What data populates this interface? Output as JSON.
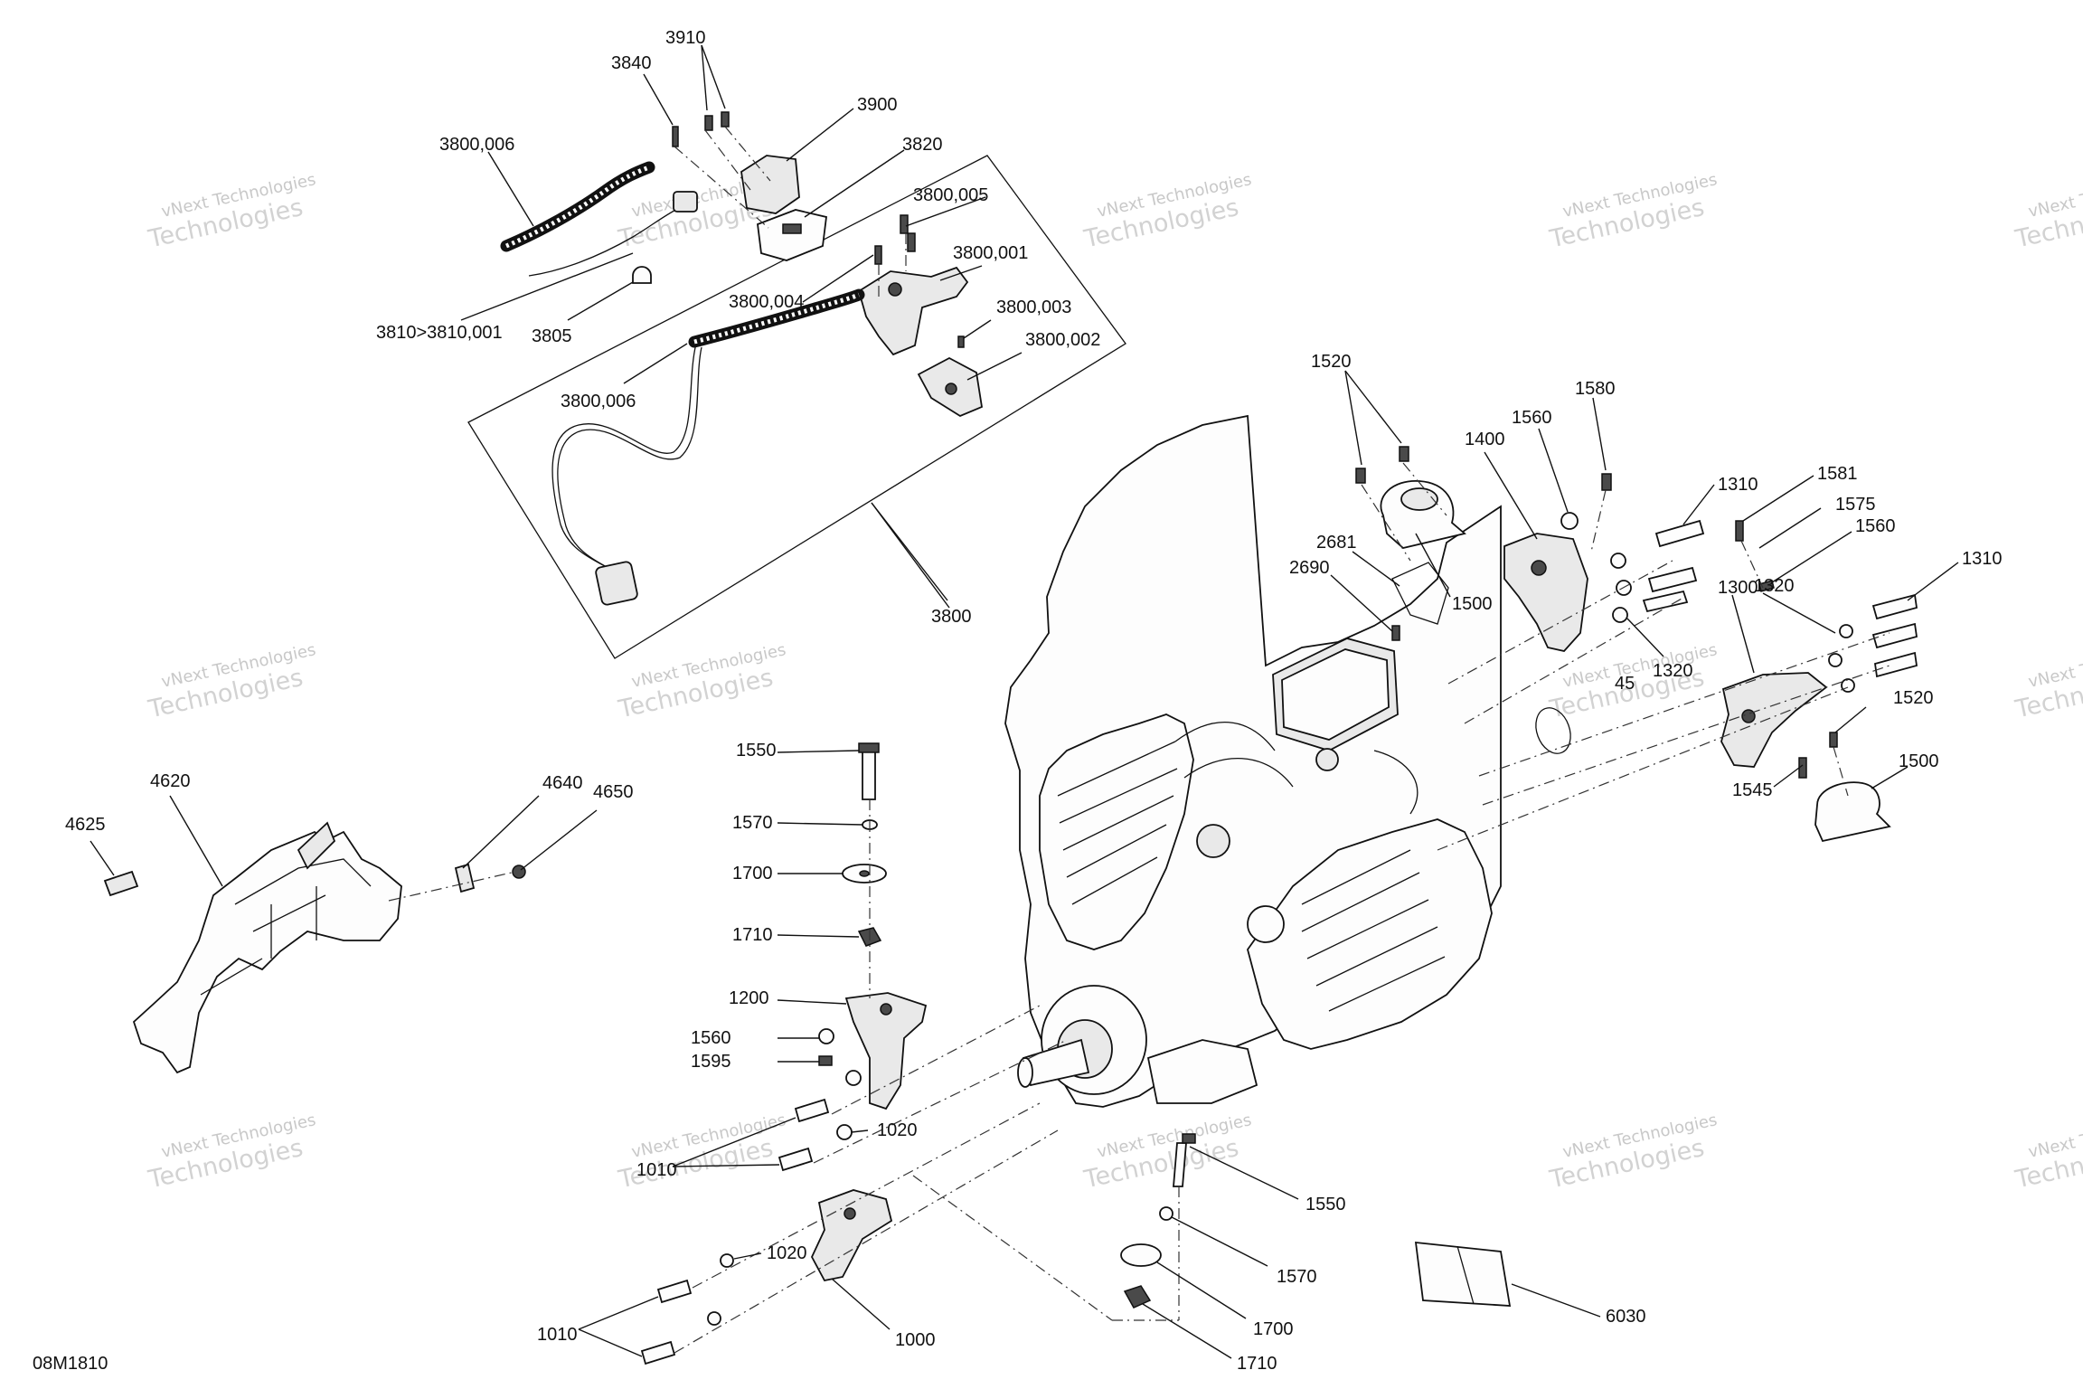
{
  "diagram": {
    "figure_code": "08M1810",
    "watermark_line1": "vNext Technologies",
    "watermark_line2": "Technologies",
    "callouts": {
      "c3910": "3910",
      "c3840": "3840",
      "c3900": "3900",
      "c3820": "3820",
      "c3800_006a": "3800,006",
      "c3800_005": "3800,005",
      "c3800_001": "3800,001",
      "c3800_004": "3800,004",
      "c3810": "3810>3810,001",
      "c3805": "3805",
      "c3800_003": "3800,003",
      "c3800_002": "3800,002",
      "c3800_006b": "3800,006",
      "c3800": "3800",
      "c1520a": "1520",
      "c1580": "1580",
      "c1560a": "1560",
      "c1400": "1400",
      "c1310a": "1310",
      "c1581": "1581",
      "c1575": "1575",
      "c1560b": "1560",
      "c2681": "2681",
      "c2690": "2690",
      "c1500a": "1500",
      "c1310b": "1310",
      "c1320a": "1320",
      "c1300": "1300",
      "c1320b": "1320",
      "c45": "45",
      "c1520b": "1520",
      "c1500b": "1500",
      "c1545": "1545",
      "c4620": "4620",
      "c4640": "4640",
      "c4650": "4650",
      "c4625": "4625",
      "c1550a": "1550",
      "c1570a": "1570",
      "c1700a": "1700",
      "c1710a": "1710",
      "c1200": "1200",
      "c1560c": "1560",
      "c1595": "1595",
      "c1020a": "1020",
      "c1010a": "1010",
      "c1020b": "1020",
      "c1010b": "1010",
      "c1000": "1000",
      "c1550b": "1550",
      "c1570b": "1570",
      "c1700b": "1700",
      "c1710b": "1710",
      "c6030": "6030"
    }
  }
}
